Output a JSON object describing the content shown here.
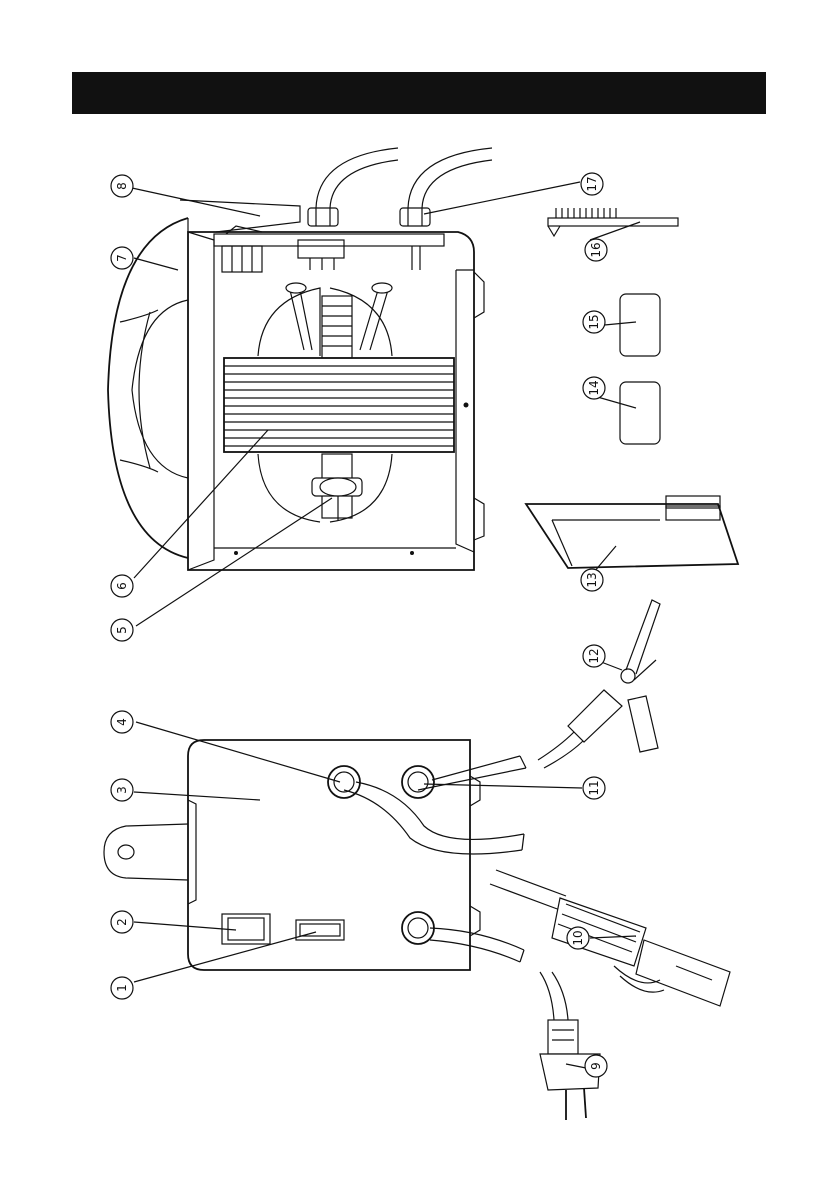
{
  "header": {
    "bar_color": "#111111"
  },
  "callouts": [
    {
      "id": "1",
      "label": "1"
    },
    {
      "id": "2",
      "label": "2"
    },
    {
      "id": "3",
      "label": "3"
    },
    {
      "id": "4",
      "label": "4"
    },
    {
      "id": "5",
      "label": "5"
    },
    {
      "id": "6",
      "label": "6"
    },
    {
      "id": "7",
      "label": "7"
    },
    {
      "id": "8",
      "label": "8"
    },
    {
      "id": "9",
      "label": "9"
    },
    {
      "id": "10",
      "label": "10"
    },
    {
      "id": "11",
      "label": "11"
    },
    {
      "id": "12",
      "label": "12"
    },
    {
      "id": "13",
      "label": "13"
    },
    {
      "id": "14",
      "label": "14"
    },
    {
      "id": "15",
      "label": "15"
    },
    {
      "id": "16",
      "label": "16"
    },
    {
      "id": "17",
      "label": "17"
    }
  ]
}
